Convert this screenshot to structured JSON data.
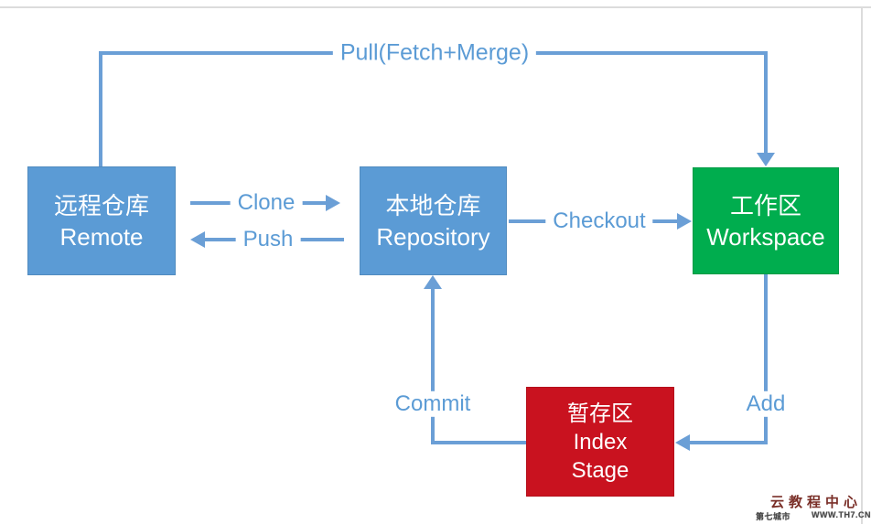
{
  "nodes": {
    "remote": {
      "line1": "远程仓库",
      "line2": "Remote",
      "color": "#5b9bd5"
    },
    "repository": {
      "line1": "本地仓库",
      "line2": "Repository",
      "color": "#5b9bd5"
    },
    "workspace": {
      "line1": "工作区",
      "line2": "Workspace",
      "color": "#00ad4e"
    },
    "index_stage": {
      "line1": "暂存区",
      "line2": "Index",
      "line3": "Stage",
      "color": "#c9121f"
    }
  },
  "edges": {
    "pull": {
      "label": "Pull(Fetch+Merge)",
      "from": "remote",
      "to": "workspace"
    },
    "clone": {
      "label": "Clone",
      "from": "remote",
      "to": "repository"
    },
    "push": {
      "label": "Push",
      "from": "repository",
      "to": "remote"
    },
    "checkout": {
      "label": "Checkout",
      "from": "repository",
      "to": "workspace"
    },
    "commit": {
      "label": "Commit",
      "from": "index_stage",
      "to": "repository"
    },
    "add": {
      "label": "Add",
      "from": "workspace",
      "to": "index_stage"
    }
  },
  "watermark": {
    "title": "云教程中心",
    "site_name": "第七城市",
    "site_url": "WWW.TH7.CN"
  },
  "colors": {
    "connector_line": "#6b9fd6",
    "label_text": "#5b9bd5",
    "box_blue": "#5b9bd5",
    "box_green": "#00ad4e",
    "box_red": "#c9121f",
    "watermark_title": "#7a2f28",
    "page_border": "#dcdcdc"
  }
}
